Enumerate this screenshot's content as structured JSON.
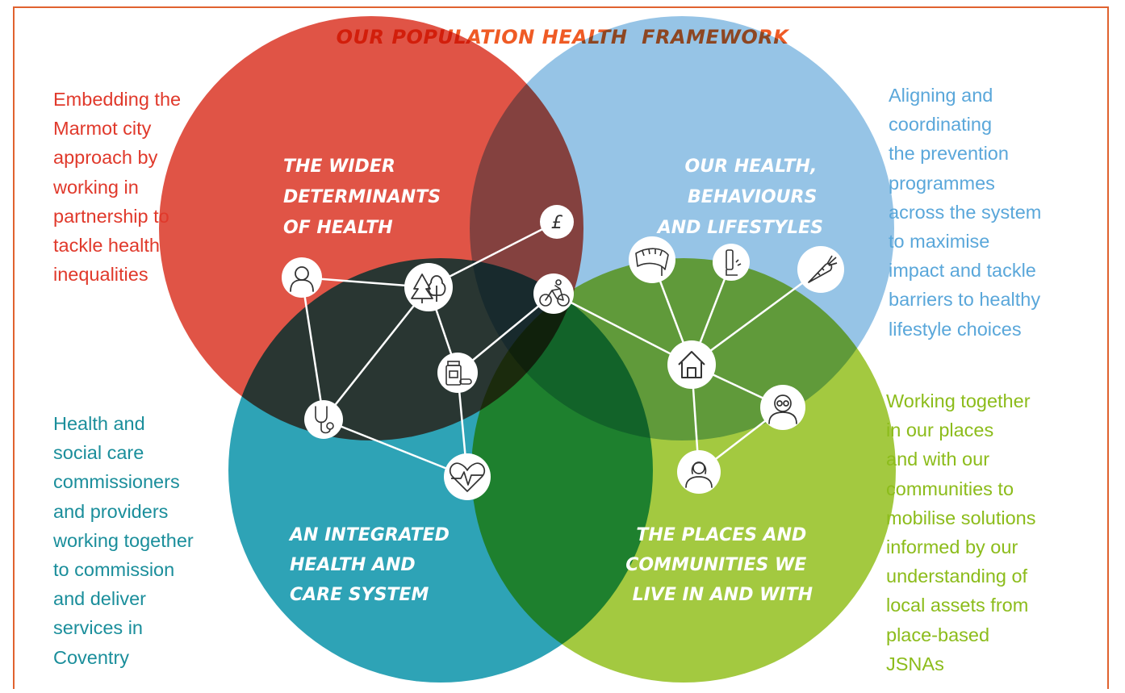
{
  "title": "OUR POPULATION HEALTH  FRAMEWORK",
  "colors": {
    "frame": "#e0622f",
    "title": "#ef5b25",
    "wider_circle": "#e05446",
    "health_circle": "#96c4e6",
    "care_circle": "#2ea3b6",
    "places_circle": "#a3c940",
    "wider_text": "#e0392b",
    "health_text": "#5aa7da",
    "care_text": "#1a8e9b",
    "places_text": "#8cbc1b"
  },
  "circles": {
    "wider": {
      "lines": [
        "THE WIDER",
        "DETERMINANTS",
        "OF HEALTH"
      ]
    },
    "health": {
      "lines": [
        "OUR HEALTH,",
        "BEHAVIOURS",
        "AND LIFESTYLES"
      ]
    },
    "care": {
      "lines": [
        "AN INTEGRATED",
        "HEALTH AND",
        "CARE SYSTEM"
      ]
    },
    "places": {
      "lines": [
        "THE PLACES AND",
        "COMMUNITIES WE",
        "LIVE IN AND WITH"
      ]
    }
  },
  "side_text": {
    "wider": "Embedding the\nMarmot city\napproach by\nworking in\npartnership to\ntackle health\ninequalities",
    "health": "Aligning and\ncoordinating\nthe prevention\nprogrammes\nacross the system\nto maximise\nimpact and tackle\nbarriers to healthy\nlifestyle choices",
    "care": "Health and\nsocial care\ncommissioners\nand providers\nworking together\nto commission\nand deliver\nservices in\nCoventry",
    "places": "Working together\nin our places\nand with our\ncommunities to\nmobilise solutions\ninformed by our\nunderstanding of\nlocal assets from\nplace-based\nJSNAs"
  },
  "icons": [
    {
      "name": "person-icon",
      "symbol": "person"
    },
    {
      "name": "trees-icon",
      "symbol": "trees"
    },
    {
      "name": "pound-icon",
      "symbol": "£"
    },
    {
      "name": "cyclist-icon",
      "symbol": "cyclist"
    },
    {
      "name": "tape-measure-icon",
      "symbol": "tape measure"
    },
    {
      "name": "inhaler-icon",
      "symbol": "inhaler"
    },
    {
      "name": "carrot-icon",
      "symbol": "carrot"
    },
    {
      "name": "medicine-icon",
      "symbol": "medicine bottle"
    },
    {
      "name": "house-icon",
      "symbol": "house"
    },
    {
      "name": "stethoscope-icon",
      "symbol": "stethoscope"
    },
    {
      "name": "heartbeat-icon",
      "symbol": "heart with pulse"
    },
    {
      "name": "elderly-man-icon",
      "symbol": "elderly man"
    },
    {
      "name": "woman-icon",
      "symbol": "woman"
    }
  ]
}
